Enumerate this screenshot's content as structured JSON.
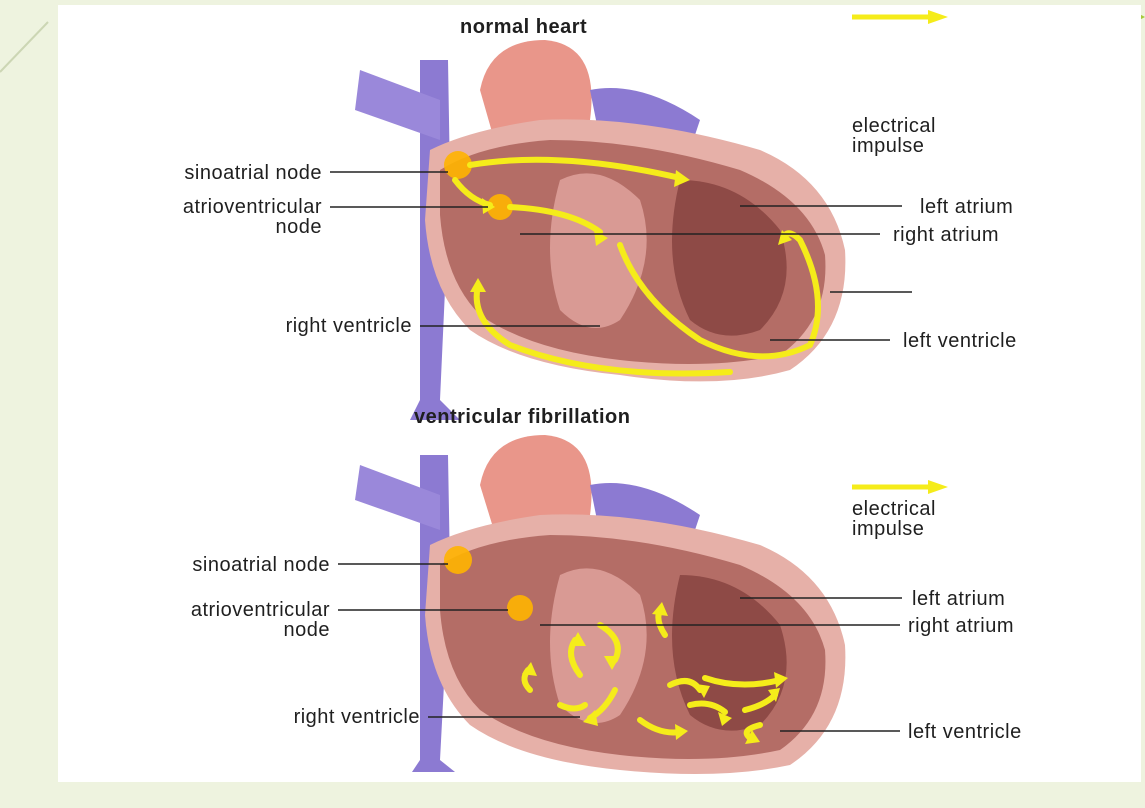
{
  "colors": {
    "slide_background": "#eef3df",
    "accent_line": "#a6c93a",
    "impulse_arrow": "#f5ec1a",
    "vessel_purple": "#8c7ad2",
    "aorta_pink": "#e9968a",
    "myocardium": "#b46d66",
    "node_glow": "#ffb400"
  },
  "top_diagram": {
    "title": "normal heart",
    "legend": {
      "label_line1": "electrical",
      "label_line2": "impulse",
      "icon": "yellow-arrow"
    },
    "labels": {
      "sinoatrial_node": "sinoatrial node",
      "av_node_line1": "atrioventricular",
      "av_node_line2": "node",
      "right_ventricle": "right ventricle",
      "left_atrium": "left atrium",
      "right_atrium": "right atrium",
      "left_ventricle": "left ventricle"
    }
  },
  "bottom_diagram": {
    "title": "ventricular fibrillation",
    "legend": {
      "label_line1": "electrical",
      "label_line2": "impulse",
      "icon": "yellow-arrow"
    },
    "labels": {
      "sinoatrial_node": "sinoatrial node",
      "av_node_line1": "atrioventricular",
      "av_node_line2": "node",
      "right_ventricle": "right ventricle",
      "left_atrium": "left atrium",
      "right_atrium": "right atrium",
      "left_ventricle": "left ventricle"
    }
  }
}
